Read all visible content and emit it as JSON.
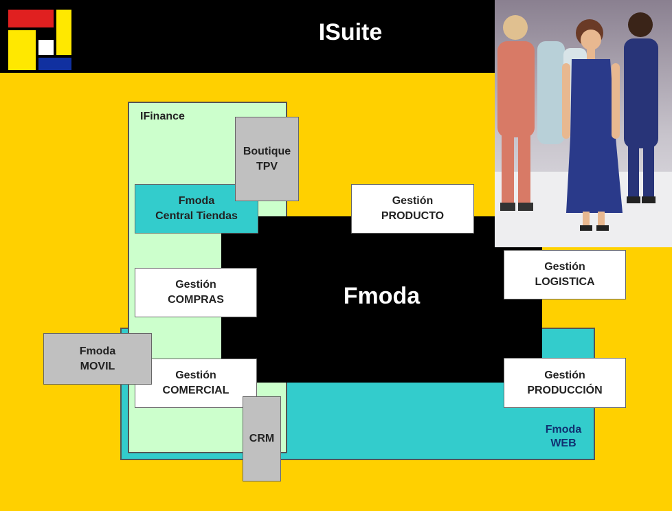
{
  "header": {
    "title": "ISuite"
  },
  "diagram": {
    "core": "Fmoda",
    "ifinance": "IFinance",
    "web": {
      "line1": "Fmoda",
      "line2": "WEB"
    },
    "boutique": {
      "line1": "Boutique",
      "line2": "TPV"
    },
    "central": {
      "line1": "Fmoda",
      "line2": "Central Tiendas"
    },
    "compras": {
      "line1": "Gestión",
      "line2": "COMPRAS"
    },
    "comercial": {
      "line1": "Gestión",
      "line2": "COMERCIAL"
    },
    "movil": {
      "line1": "Fmoda",
      "line2": "MOVIL"
    },
    "crm": "CRM",
    "producto": {
      "line1": "Gestión",
      "line2": "PRODUCTO"
    },
    "logistica": {
      "line1": "Gestión",
      "line2": "LOGISTICA"
    },
    "produccion": {
      "line1": "Gestión",
      "line2": "PRODUCCIÓN"
    }
  },
  "colors": {
    "background": "#FFD000",
    "header": "#000000",
    "teal": "#33CCCC",
    "light_green": "#CCFFCC",
    "grey": "#C0C0C0"
  }
}
